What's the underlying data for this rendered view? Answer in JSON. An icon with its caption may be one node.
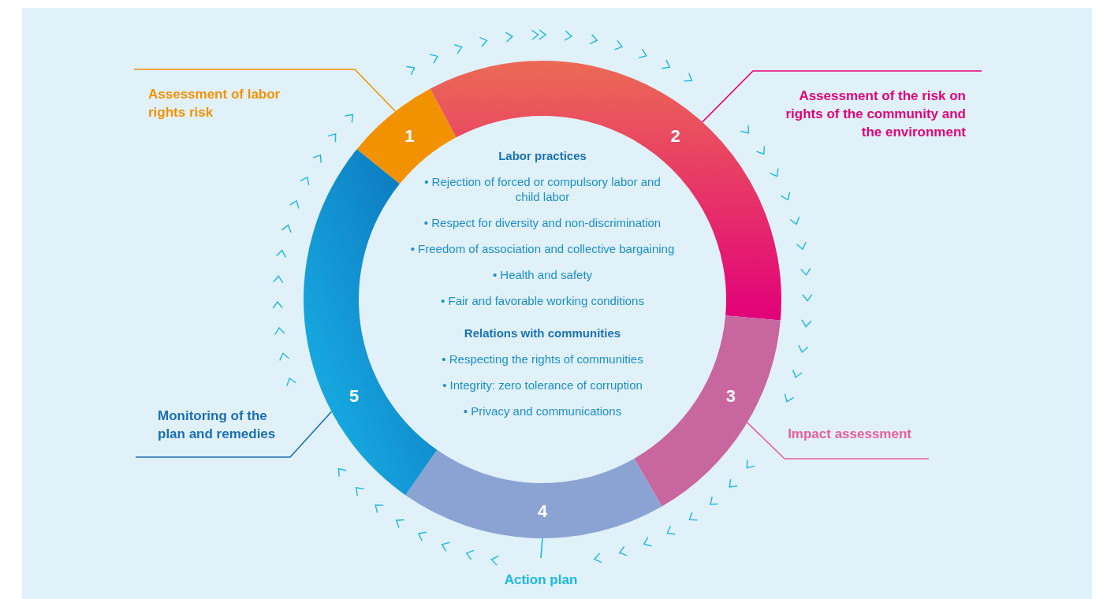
{
  "diagram": {
    "nodes": [
      {
        "text": [
          "1"
        ]
      },
      {
        "text": [
          "2"
        ]
      },
      {
        "text": [
          "3"
        ]
      },
      {
        "text": [
          "4"
        ]
      },
      {
        "text": [
          "5"
        ]
      },
      {
        "text": [
          "Assessment of labor rights risk"
        ]
      },
      {
        "text": [
          "Assessment of the risk on rights of the community and the environment"
        ]
      },
      {
        "text": [
          "Impact assessment"
        ]
      },
      {
        "text": [
          "Action plan"
        ]
      },
      {
        "text": [
          "Monitoring of the plan and remedies"
        ]
      }
    ],
    "edges": [
      {
        "from": 5,
        "to": 0,
        "arrow": "none",
        "color": "#f39200"
      },
      {
        "from": 6,
        "to": 1,
        "arrow": "none",
        "color": "#e2007a"
      },
      {
        "from": 7,
        "to": 2,
        "arrow": "none",
        "color": "#e8609a"
      },
      {
        "from": 8,
        "to": 3,
        "arrow": "none",
        "color": "#1ab7ea"
      },
      {
        "from": 9,
        "to": 4,
        "arrow": "none",
        "color": "#1a6fb5"
      }
    ],
    "labels": [
      "Labor practices",
      "• Rejection of forced or compulsory labor and child labor",
      "• Respect for diversity and non-discrimination",
      "• Freedom of association and collective bargaining",
      "• Health and safety",
      "• Fair and favorable working conditions",
      "Relations with communities",
      "• Respecting the rights of communities",
      "• Integrity: zero tolerance of corruption",
      "• Privacy and communications"
    ]
  }
}
